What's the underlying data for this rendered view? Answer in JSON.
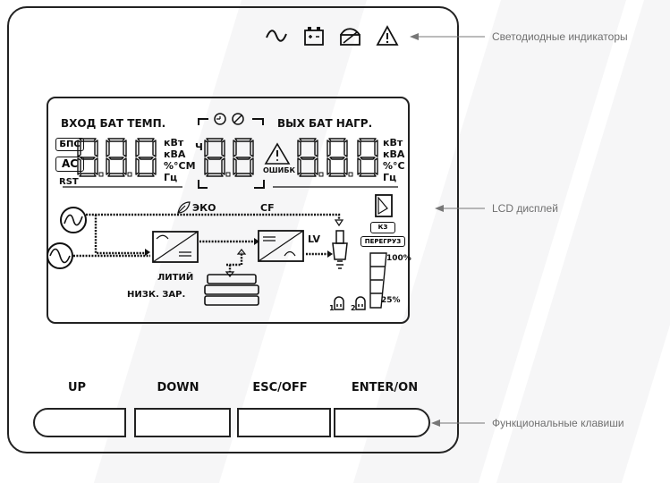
{
  "lcd": {
    "input_header": "ВХОД БАТ ТЕМП.",
    "output_header": "ВЫХ БАТ НАГР.",
    "bps_tag": "БПС",
    "ac_tag": "AC",
    "rst": "RST",
    "input_units": [
      "кВт",
      "кВА",
      "%°СМ",
      "Гц"
    ],
    "output_units": [
      "кВт",
      "кВА",
      "%°С",
      "Гц"
    ],
    "hour": "Ч",
    "error": "ОШИБК",
    "eco": "ЭКО",
    "cf": "CF",
    "lv": "LV",
    "short_circuit": "КЗ",
    "overload": "ПЕРЕГРУЗ",
    "pct_100": "100%",
    "pct_25": "25%",
    "lithium": "ЛИТИЙ",
    "low_charge": "НИЗК. ЗАР.",
    "outlet_1": "1",
    "outlet_2": "2"
  },
  "keys": [
    {
      "label": "UP"
    },
    {
      "label": "DOWN"
    },
    {
      "label": "ESC/OFF"
    },
    {
      "label": "ENTER/ON"
    }
  ],
  "callouts": {
    "led": "Светодиодные индикаторы",
    "lcd": "LCD дисплей",
    "keys": "Функциональные клавиши"
  },
  "leds": [
    "ac-wave-icon",
    "battery-icon",
    "bypass-icon",
    "warning-icon"
  ]
}
